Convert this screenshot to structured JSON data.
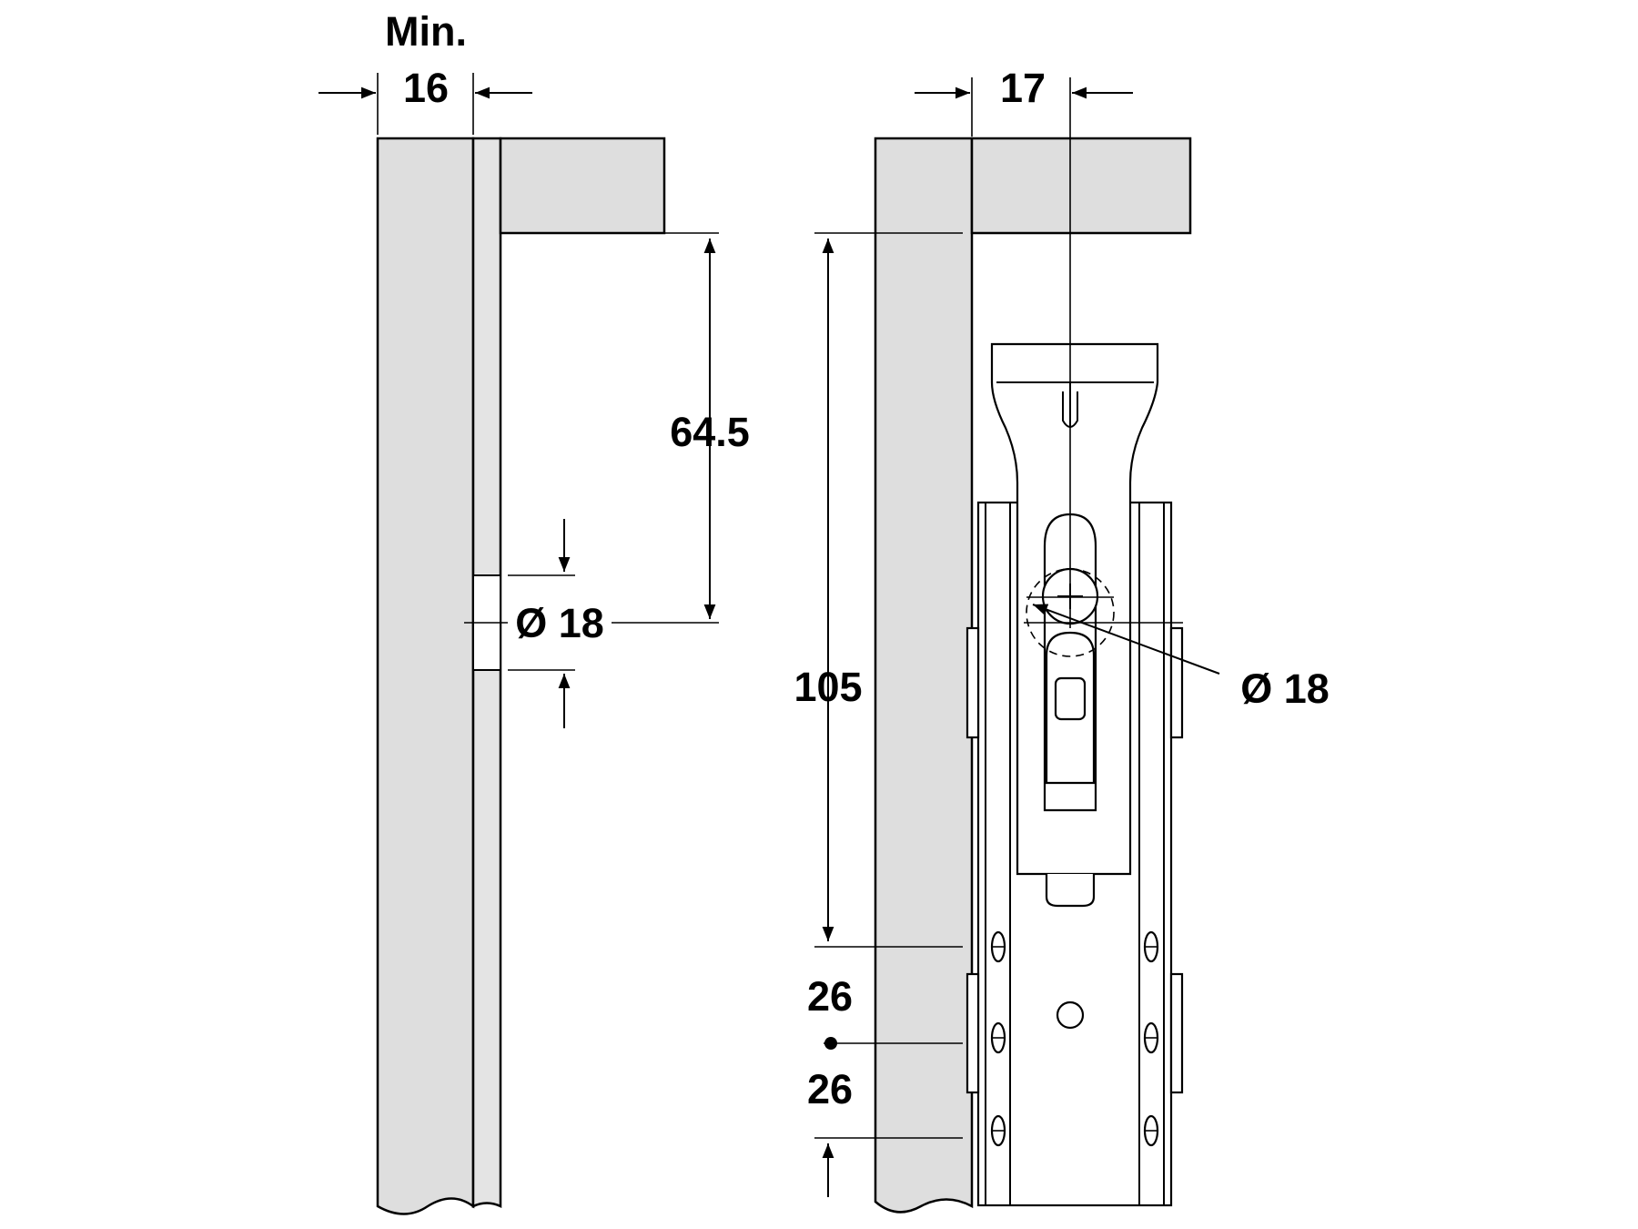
{
  "left_view": {
    "min_label": "Min.",
    "thickness": "16",
    "height": "64.5",
    "hole_diameter": "Ø 18"
  },
  "right_view": {
    "offset": "17",
    "height": "105",
    "hole_diameter": "Ø 18",
    "spacing_upper": "26",
    "spacing_lower": "26"
  }
}
